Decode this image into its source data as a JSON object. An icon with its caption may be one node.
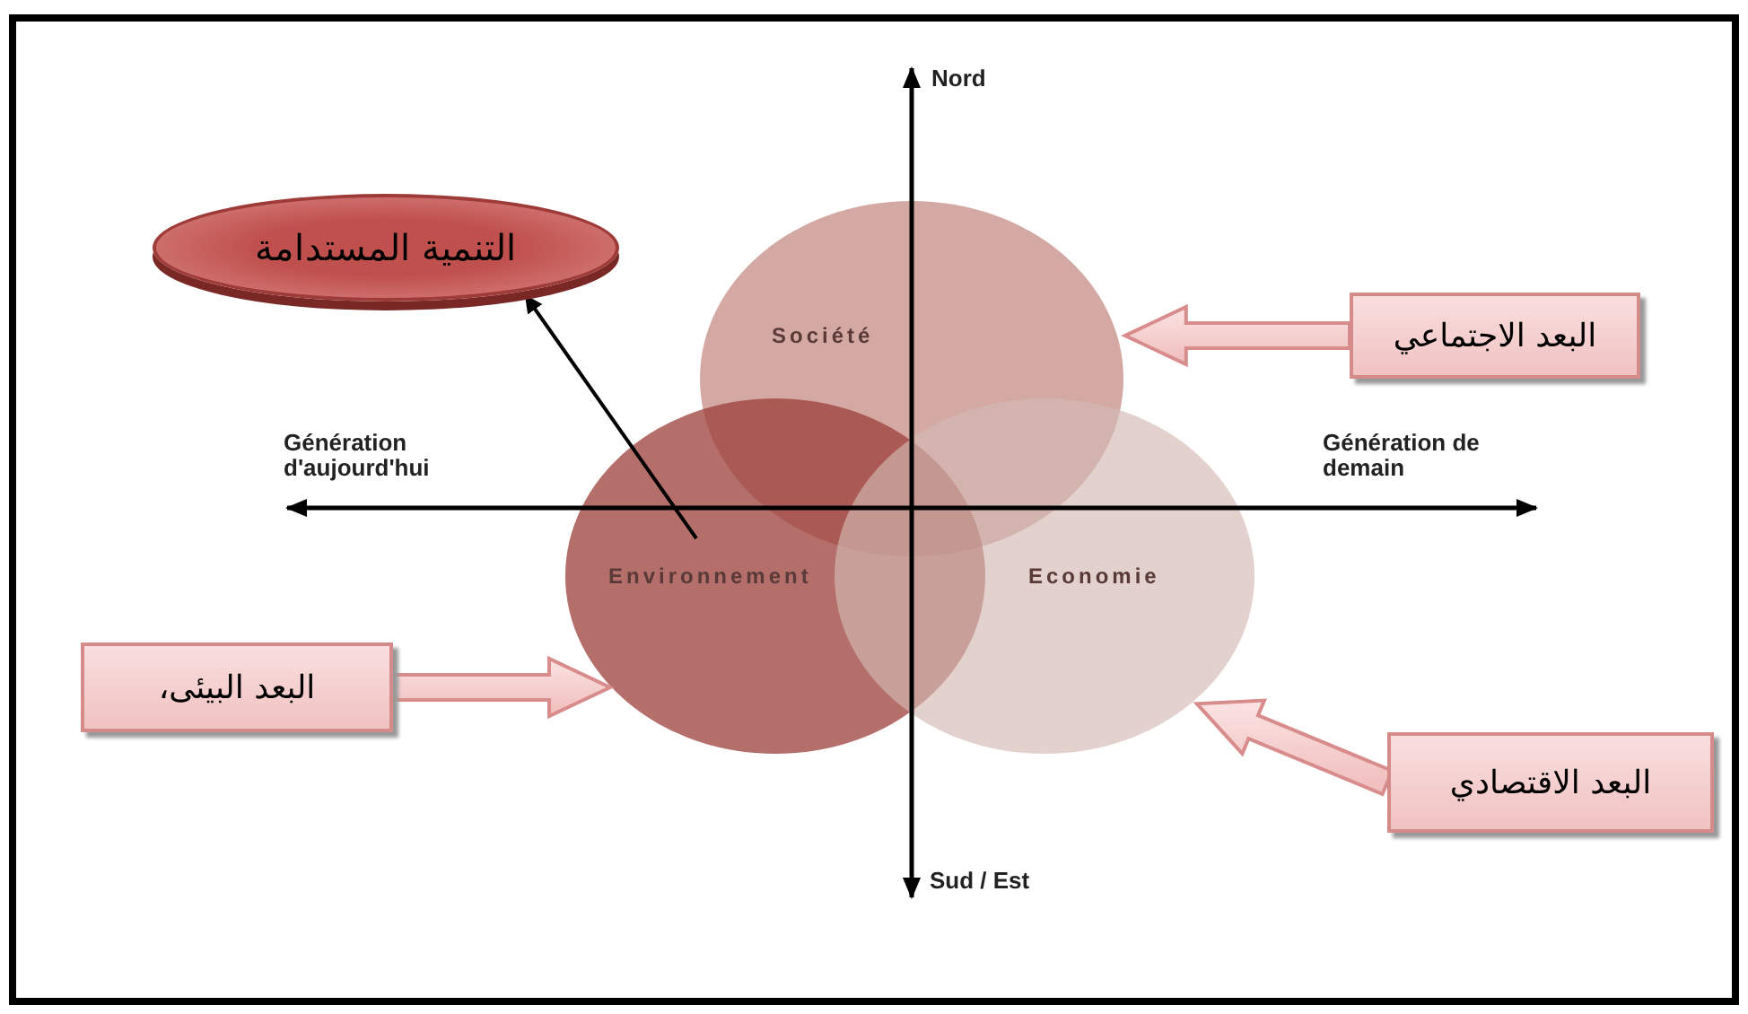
{
  "diagram": {
    "nodes": [
      {
        "text": [
          "التنمية المستدامة"
        ]
      },
      {
        "text": [
          "Société"
        ]
      },
      {
        "text": [
          "Environnement"
        ]
      },
      {
        "text": [
          "Economie"
        ]
      },
      {
        "text": [
          "البعد الاجتماعي"
        ]
      },
      {
        "text": [
          "البعد البيئى،"
        ]
      },
      {
        "text": [
          "البعد الاقتصادي"
        ]
      }
    ],
    "edges": [
      {
        "from": 2,
        "to": 0,
        "arrow": "to"
      },
      {
        "from": 4,
        "to": 1,
        "arrow": "to",
        "style": "thick"
      },
      {
        "from": 5,
        "to": 2,
        "arrow": "to",
        "style": "thick"
      },
      {
        "from": 6,
        "to": 3,
        "arrow": "to",
        "style": "thick"
      }
    ],
    "labels": [
      "Nord",
      "Génération d'aujourd'hui",
      "Génération de demain",
      "Sud / Est"
    ]
  }
}
